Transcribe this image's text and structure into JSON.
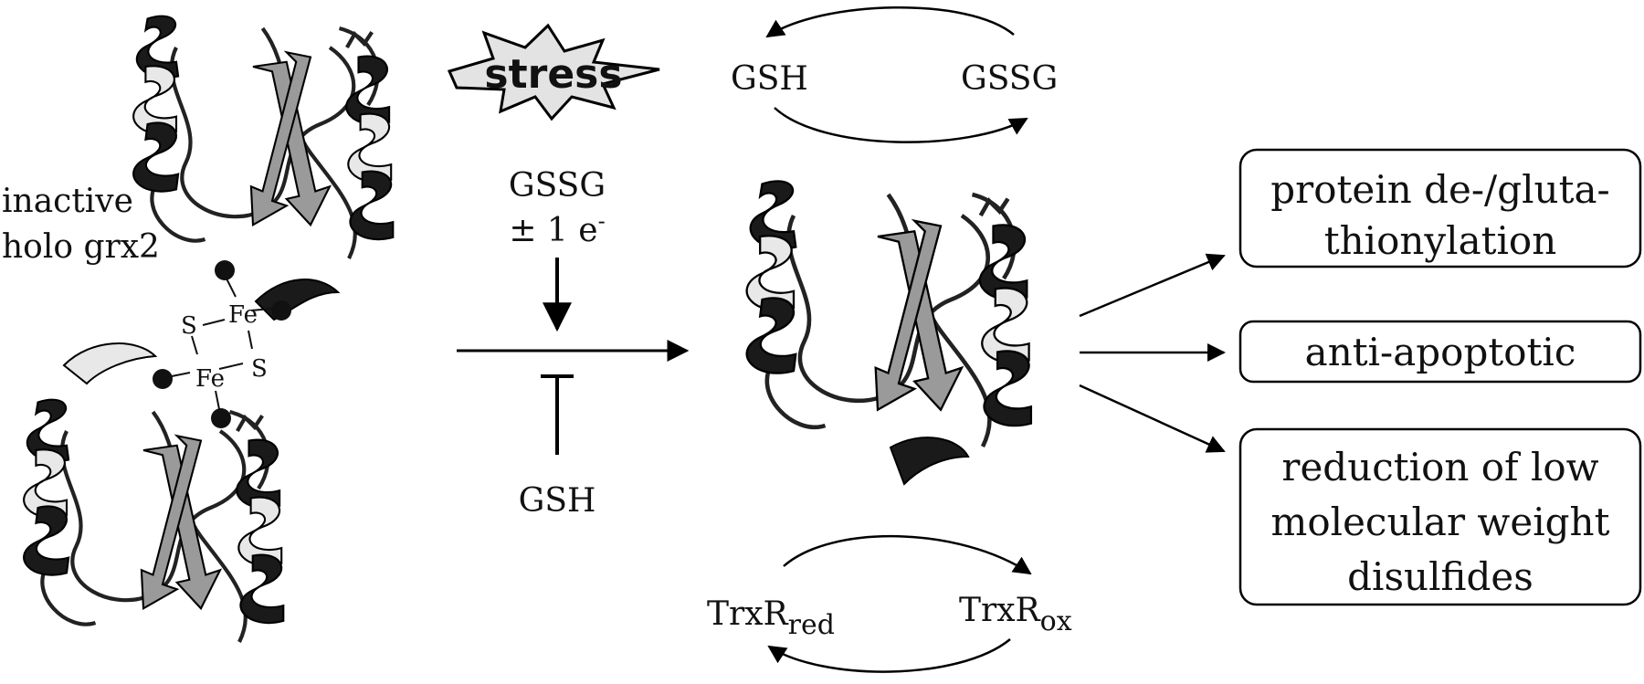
{
  "holo_label": {
    "line1": "inactive",
    "line2": "holo grx2"
  },
  "cluster": {
    "fe": "Fe",
    "s": "S"
  },
  "stress_label": "stress",
  "activation": {
    "oxidant_line1": "GSSG",
    "oxidant_line2_prefix": "± 1 e",
    "oxidant_line2_sup": "-",
    "inhibitor": "GSH"
  },
  "glutathione_cycle": {
    "left": "GSH",
    "right": "GSSG"
  },
  "trxr_cycle": {
    "left_base": "TrxR",
    "left_sub": "red",
    "right_base": "TrxR",
    "right_sub": "ox"
  },
  "functions": [
    {
      "lines": [
        "protein de-/gluta-",
        "thionylation"
      ]
    },
    {
      "lines": [
        "anti-apoptotic"
      ]
    },
    {
      "lines": [
        "reduction of low",
        "molecular weight",
        "disulfides"
      ]
    }
  ]
}
